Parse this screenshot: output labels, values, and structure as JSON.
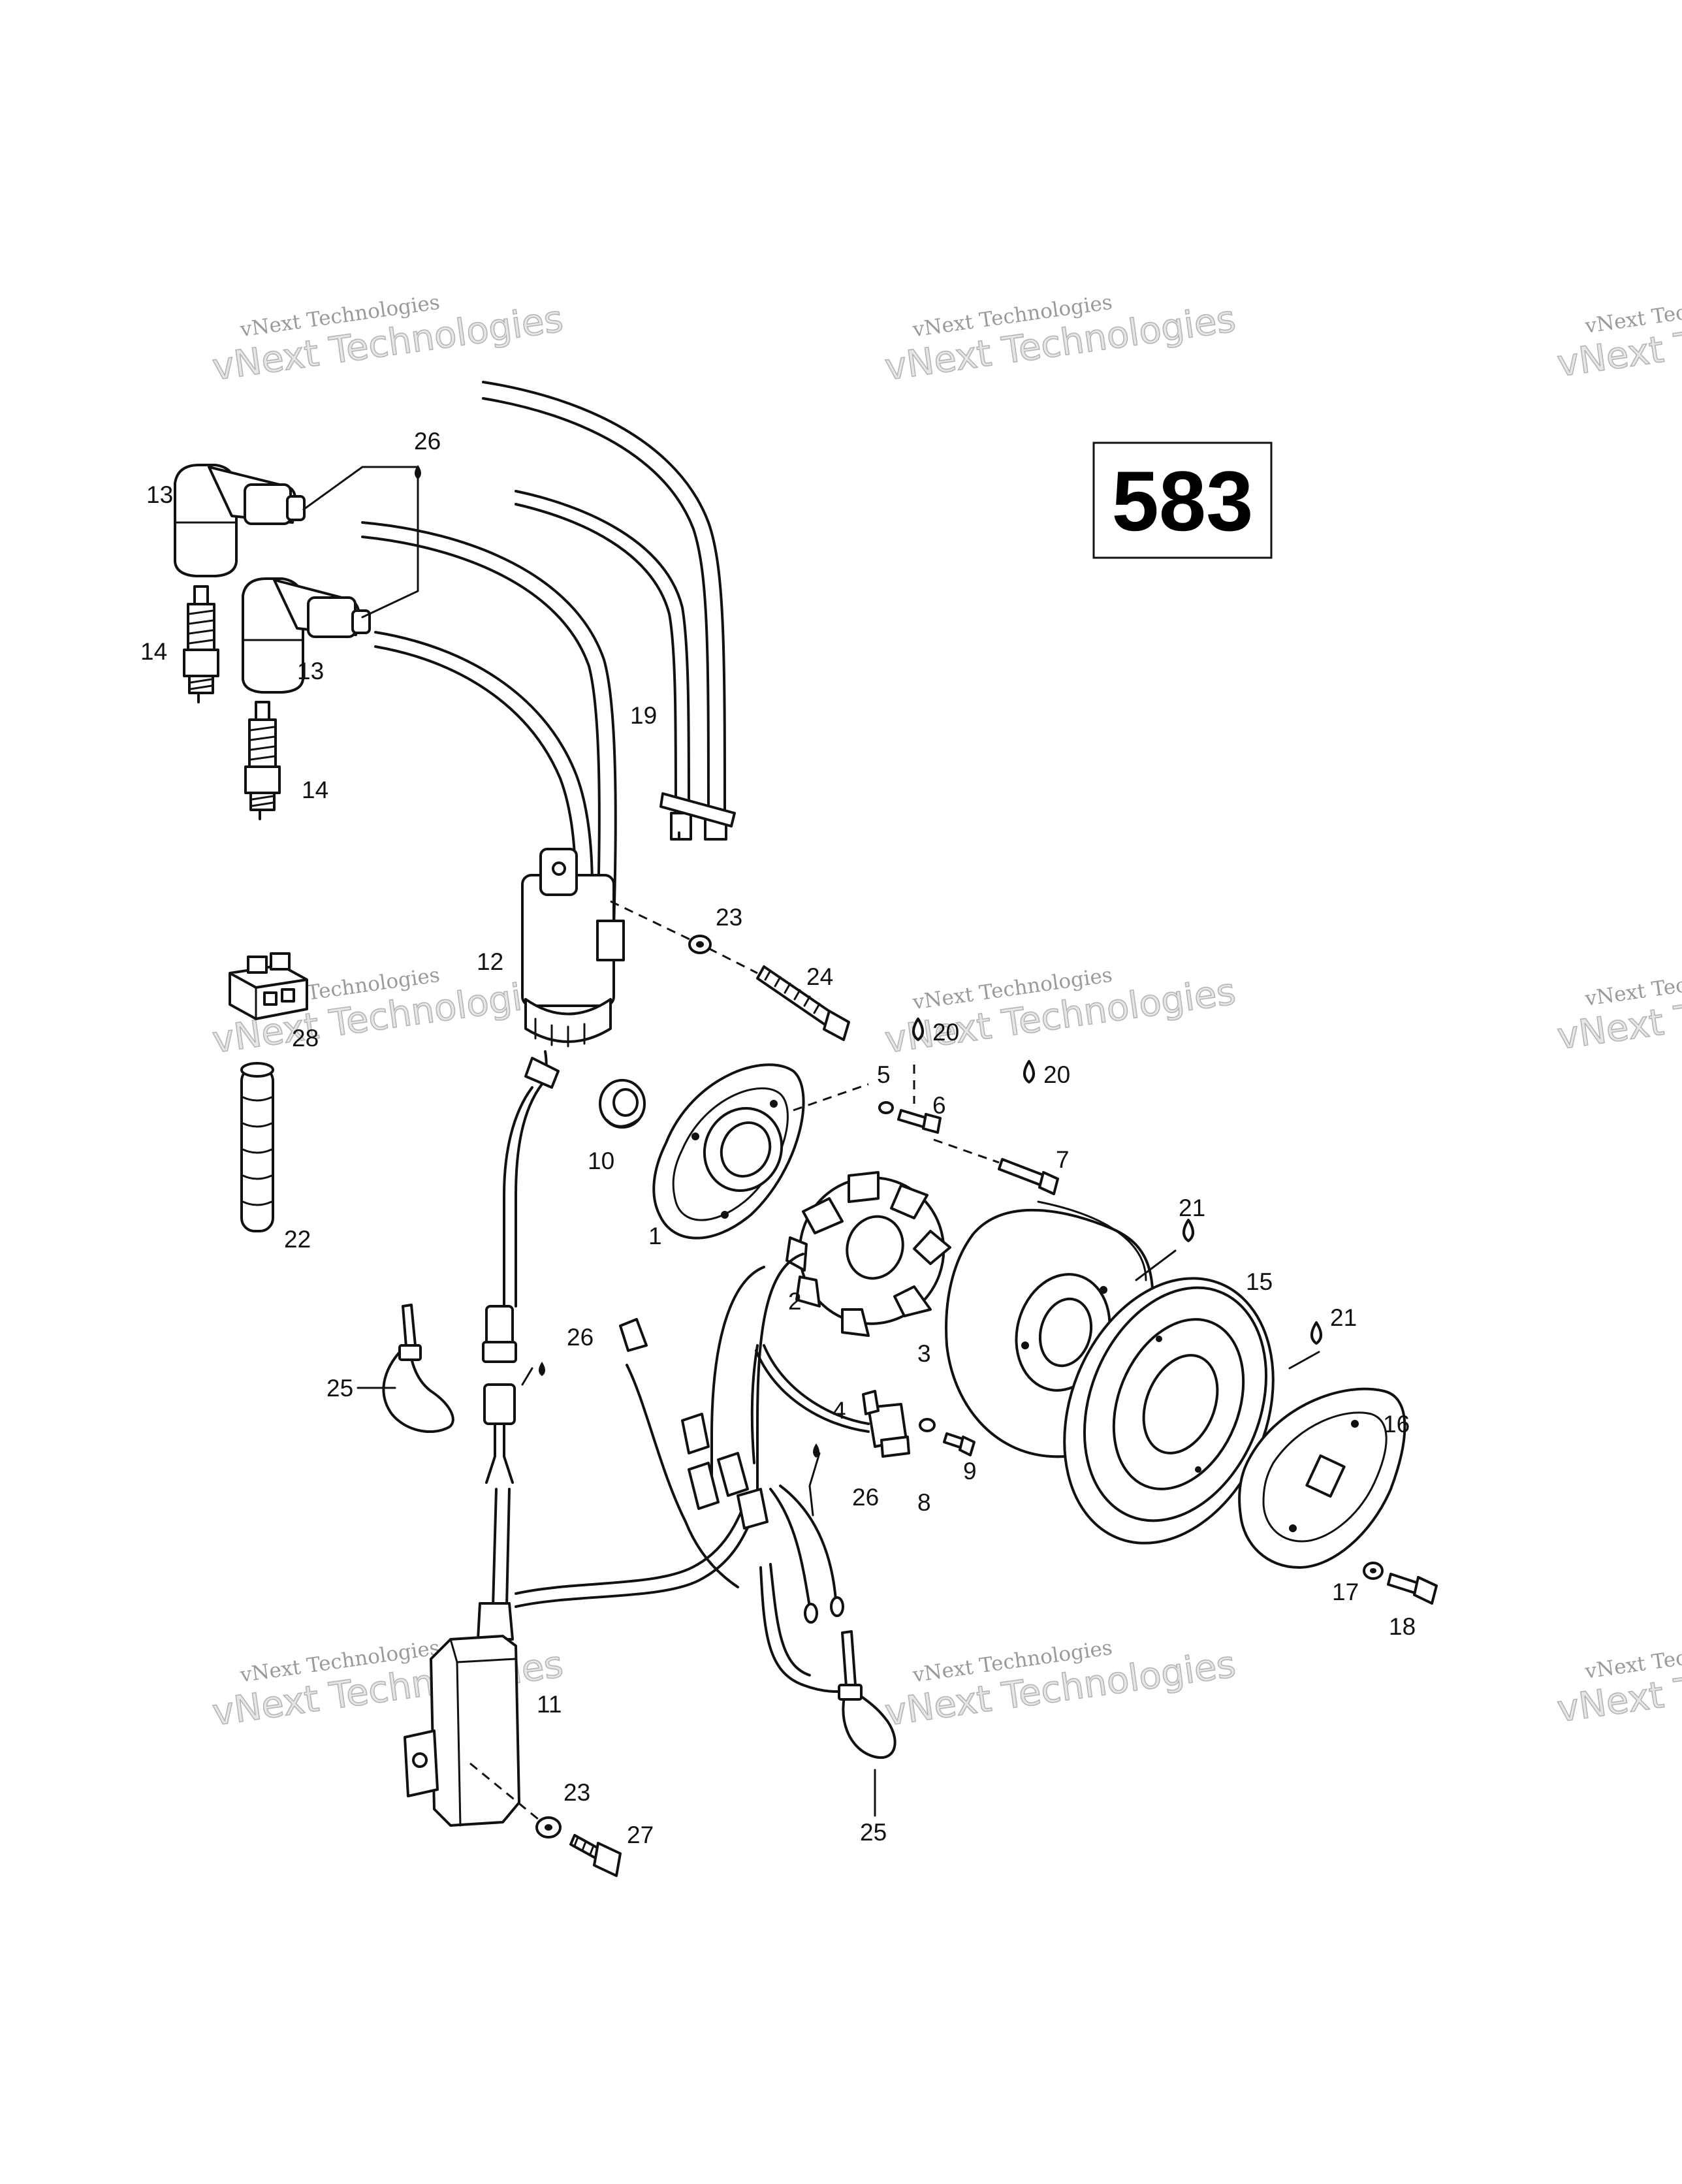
{
  "diagram_number": "583",
  "watermark": {
    "line1": "vNext Technologies",
    "line2": "vNext Technologies"
  },
  "callouts": {
    "c1": "1",
    "c2": "2",
    "c3": "3",
    "c4": "4",
    "c5": "5",
    "c6": "6",
    "c7": "7",
    "c8": "8",
    "c9": "9",
    "c10": "10",
    "c11": "11",
    "c12": "12",
    "c13a": "13",
    "c13b": "13",
    "c14a": "14",
    "c14b": "14",
    "c15": "15",
    "c16": "16",
    "c17": "17",
    "c18": "18",
    "c19": "19",
    "c20a": "20",
    "c20b": "20",
    "c21a": "21",
    "c21b": "21",
    "c22": "22",
    "c23a": "23",
    "c23b": "23",
    "c24": "24",
    "c25a": "25",
    "c25b": "25",
    "c26a": "26",
    "c26b": "26",
    "c26c": "26",
    "c27": "27",
    "c28": "28"
  }
}
